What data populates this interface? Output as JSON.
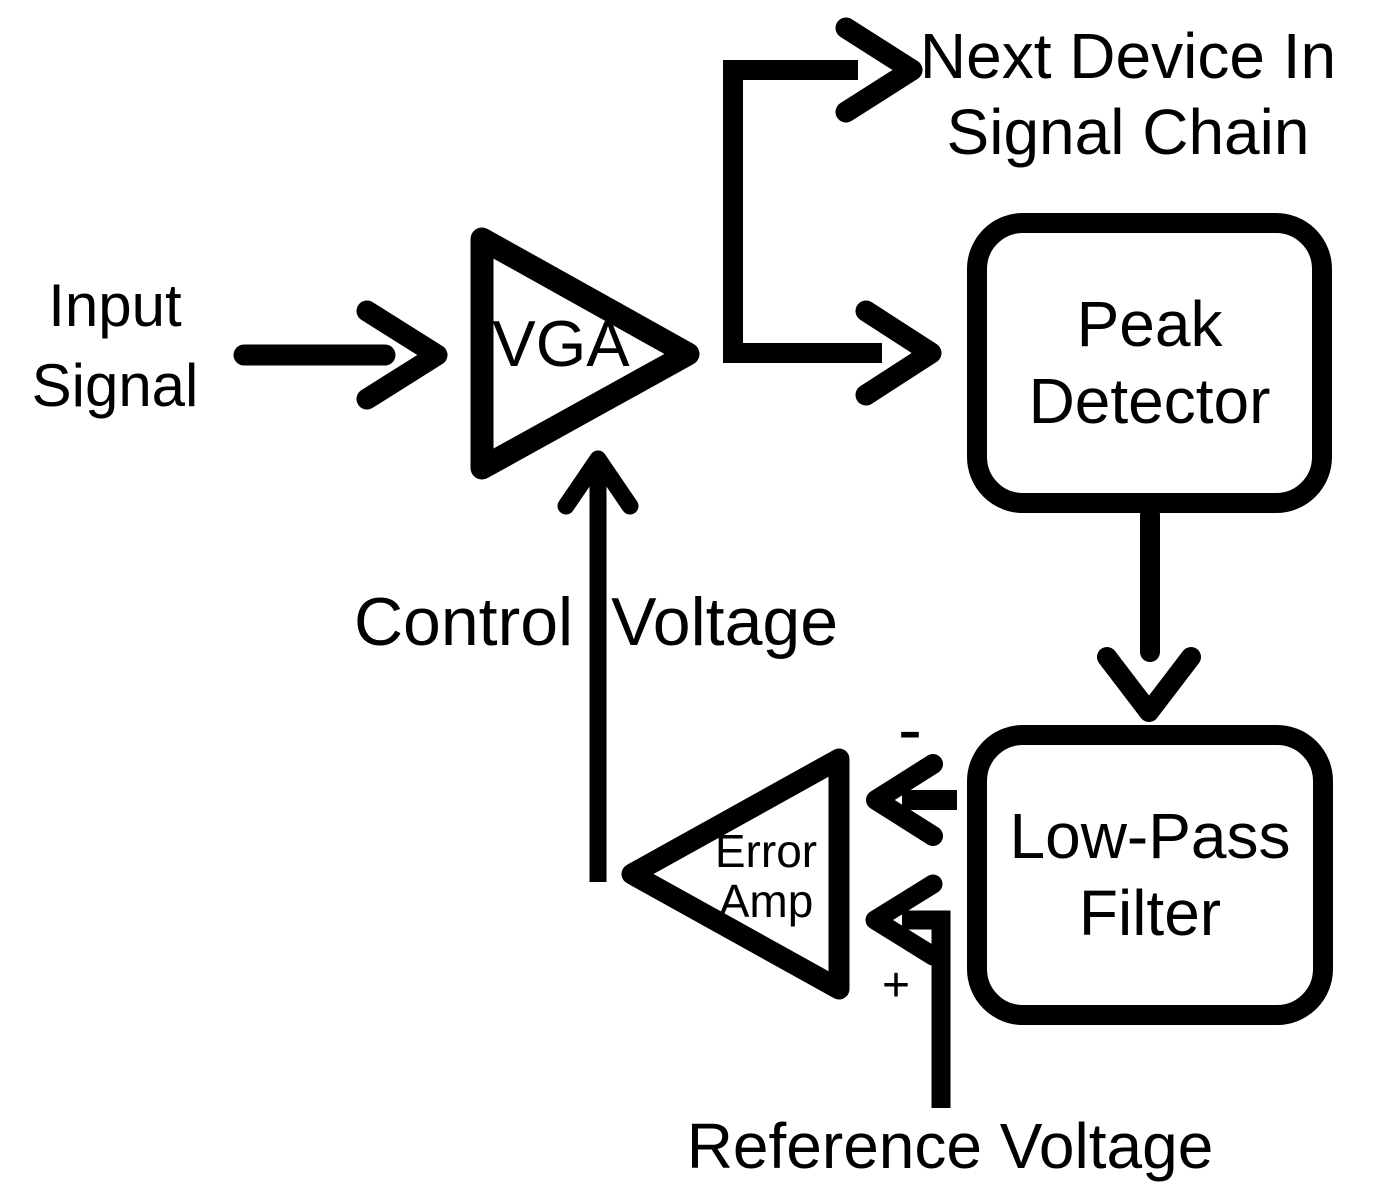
{
  "colors": {
    "background": "#ffffff",
    "stroke": "#000000",
    "text": "#000000"
  },
  "blocks": {
    "vga": {
      "label": "VGA",
      "shape": "triangle-right"
    },
    "peak_detector": {
      "label": "Peak\nDetector",
      "shape": "rounded-rect"
    },
    "low_pass_filter": {
      "label": "Low-Pass\nFilter",
      "shape": "rounded-rect"
    },
    "error_amp": {
      "label": "Error\nAmp",
      "shape": "triangle-left",
      "minus_input": "-",
      "plus_input": "+"
    }
  },
  "annotations": {
    "input_signal": "Input\nSignal",
    "next_device": "Next Device In\nSignal Chain",
    "control_voltage_left": "Control",
    "control_voltage_right": "Voltage",
    "reference_voltage": "Reference Voltage"
  }
}
